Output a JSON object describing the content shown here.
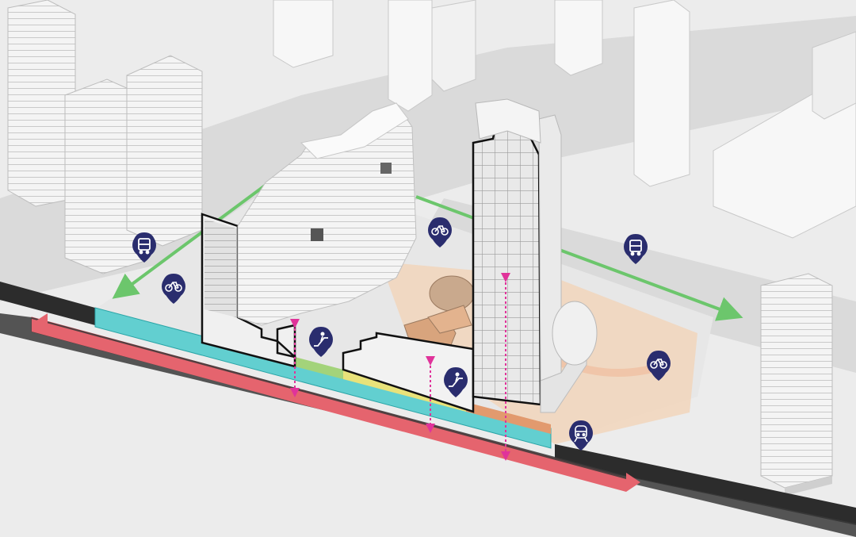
{
  "diagram": {
    "kind": "axonometric transit-oriented development section",
    "colors": {
      "ground": "#efefef",
      "road": "#d9d9d9",
      "building": "#f7f7f7",
      "building_shade": "#dcdcdc",
      "bike_path": "#6cc66c",
      "underground_rail": "#e5646e",
      "concourse": "#62cfd0",
      "retail_green": "#a3d37a",
      "retail_yellow": "#e8e27a",
      "retail_orange": "#e29a6e",
      "plaza": "#f2c9a8",
      "vertical_link": "#e0339a",
      "pin": "#2a2d6e",
      "section_line": "#111111"
    },
    "pins": [
      {
        "icon": "bus-icon"
      },
      {
        "icon": "bicycle-icon"
      },
      {
        "icon": "bicycle-icon"
      },
      {
        "icon": "bus-icon"
      },
      {
        "icon": "escalator-icon"
      },
      {
        "icon": "escalator-icon"
      },
      {
        "icon": "bicycle-icon"
      },
      {
        "icon": "metro-train-icon"
      }
    ],
    "vertical_links": 3,
    "rail_direction": "bidirectional"
  }
}
